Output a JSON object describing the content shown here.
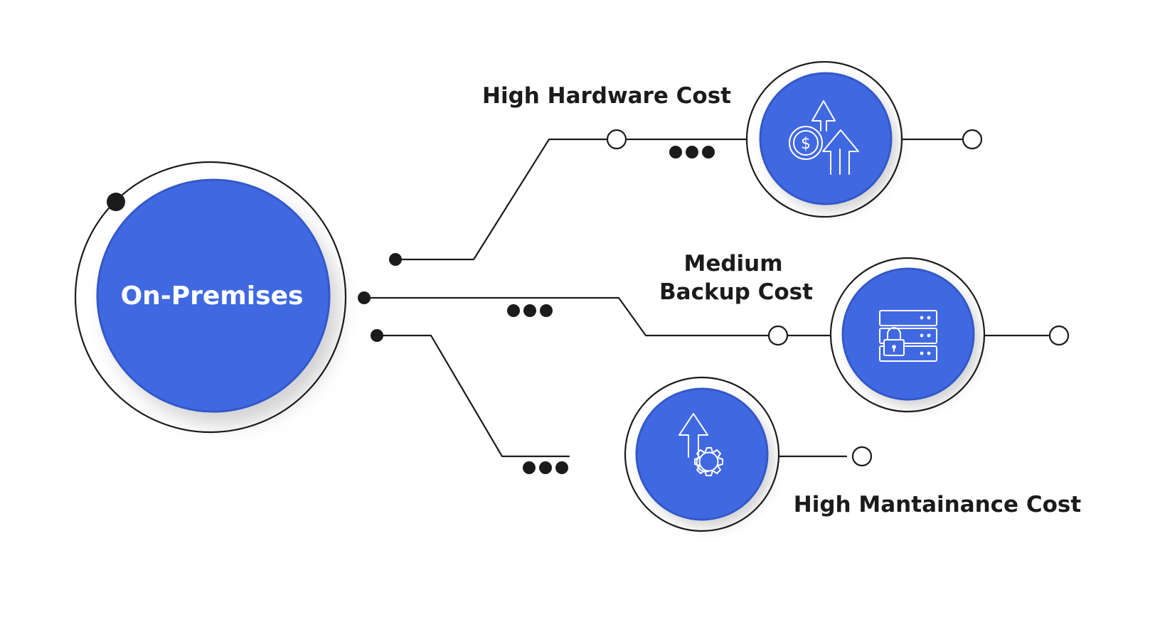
{
  "center": {
    "label": "On-Premises"
  },
  "items": [
    {
      "label": "High Hardware Cost",
      "icon": "dollar-arrows-up-icon"
    },
    {
      "label_lines": [
        "Medium",
        "Backup Cost"
      ],
      "icon": "server-lock-icon"
    },
    {
      "label": "High Mantainance Cost",
      "icon": "arrow-gear-icon"
    }
  ],
  "colors": {
    "accent": "#4169e1",
    "accent_dark": "#3358c9",
    "line": "#1b1b1b",
    "background": "#ffffff"
  }
}
